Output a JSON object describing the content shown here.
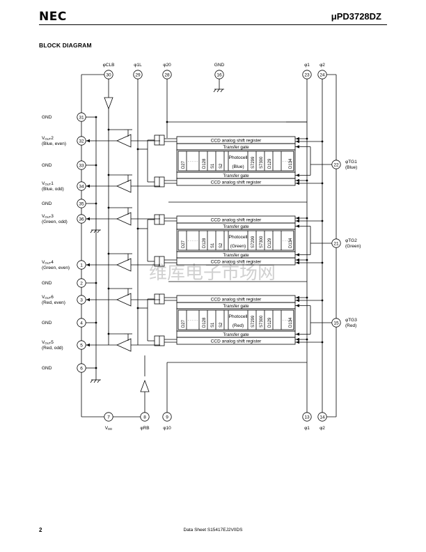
{
  "header": {
    "brand": "NEC",
    "model": "μPD3728DZ"
  },
  "section_title": "BLOCK DIAGRAM",
  "footer": {
    "page_number": "2",
    "doc_id": "Data Sheet  S15417EJ2V0DS"
  },
  "watermark": "维库电子市场网",
  "pins_top": [
    {
      "num": "30",
      "label": "φCLB"
    },
    {
      "num": "29",
      "label": "φ1L"
    },
    {
      "num": "28",
      "label": "φ20"
    },
    {
      "num": "16",
      "label": "GND"
    },
    {
      "num": "23",
      "label": "φ1"
    },
    {
      "num": "24",
      "label": "φ2"
    }
  ],
  "pins_bottom": [
    {
      "num": "7",
      "label": "VDD"
    },
    {
      "num": "8",
      "label": "φRB"
    },
    {
      "num": "9",
      "label": "φ10"
    },
    {
      "num": "13",
      "label": "φ1"
    },
    {
      "num": "14",
      "label": "φ2"
    }
  ],
  "pins_left": [
    {
      "num": "31",
      "label": "GND",
      "sub": ""
    },
    {
      "num": "32",
      "label": "VOUT2",
      "sub": "(Blue, even)"
    },
    {
      "num": "33",
      "label": "GND",
      "sub": ""
    },
    {
      "num": "34",
      "label": "VOUT1",
      "sub": "(Blue, odd)"
    },
    {
      "num": "35",
      "label": "GND",
      "sub": ""
    },
    {
      "num": "36",
      "label": "VOUT3",
      "sub": "(Green, odd)"
    },
    {
      "num": "1",
      "label": "VOUT4",
      "sub": "(Green, even)"
    },
    {
      "num": "2",
      "label": "GND",
      "sub": ""
    },
    {
      "num": "3",
      "label": "VOUT6",
      "sub": "(Red, even)"
    },
    {
      "num": "4",
      "label": "GND",
      "sub": ""
    },
    {
      "num": "5",
      "label": "VOUT5",
      "sub": "(Red, odd)"
    },
    {
      "num": "6",
      "label": "GND",
      "sub": ""
    }
  ],
  "pins_right": [
    {
      "num": "22",
      "label": "φTG1",
      "sub": "(Blue)"
    },
    {
      "num": "21",
      "label": "φTG2",
      "sub": "(Green)"
    },
    {
      "num": "15",
      "label": "φTG3",
      "sub": "(Red)"
    }
  ],
  "blocks": {
    "shift_register": "CCD analog shift register",
    "transfer_gate": "Transfer gate",
    "photocell": "Photocell",
    "colors": [
      "(Blue)",
      "(Green)",
      "(Red)"
    ],
    "cells": [
      "D27",
      "D128",
      "S1",
      "S2",
      "S7299",
      "S7300",
      "D129",
      "D134"
    ],
    "dots": "· · · · ·"
  }
}
